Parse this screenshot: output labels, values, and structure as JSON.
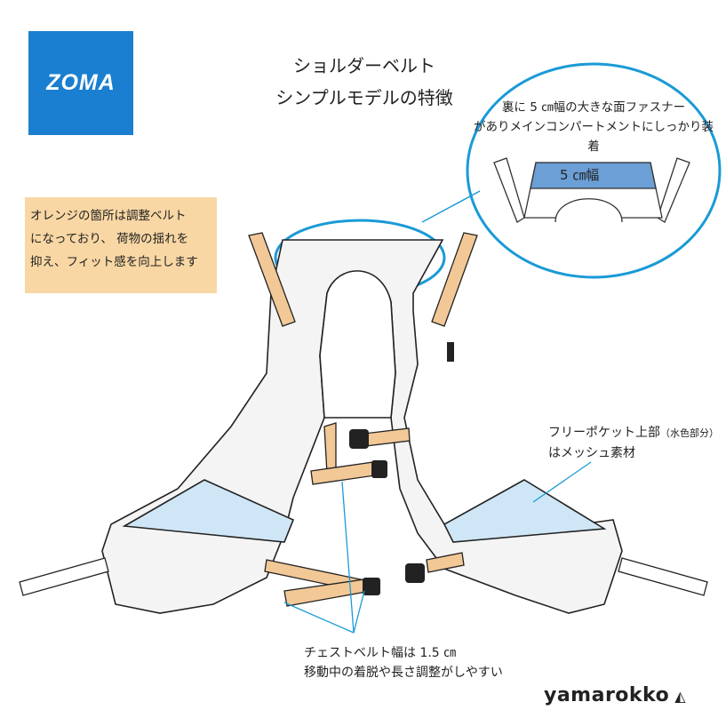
{
  "logo": {
    "text": "ZOMA"
  },
  "title": {
    "line1": "ショルダーベルト",
    "line2": "シンプルモデルの特徴"
  },
  "callout_zoom": {
    "line1": "裏に 5 ㎝幅の大きな面ファスナー",
    "line2": "がありメインコンパートメントにしっかり装着",
    "badge": "5 ㎝幅"
  },
  "orange_note": {
    "line1": "オレンジの箇所は調整ベルト",
    "line2": "になっており、 荷物の揺れを",
    "line3": "抑え、フィット感を向上します"
  },
  "pocket_note": {
    "line1": "フリーポケット上部",
    "line1_small": "（水色部分）",
    "line2": "はメッシュ素材"
  },
  "chest_note": {
    "line1": "チェストベルト幅は 1.5 ㎝",
    "line2": "移動中の着脱や長さ調整がしやすい"
  },
  "brand": {
    "text": "yamarokko"
  },
  "colors": {
    "logo_blue": "#1a7fd0",
    "callout_blue": "#1a9ad6",
    "belt_orange": "#f2c897",
    "note_bg": "#f8d7a4",
    "mesh_blue": "#cfe6f7",
    "velcro_blue": "#6b9fd6"
  }
}
